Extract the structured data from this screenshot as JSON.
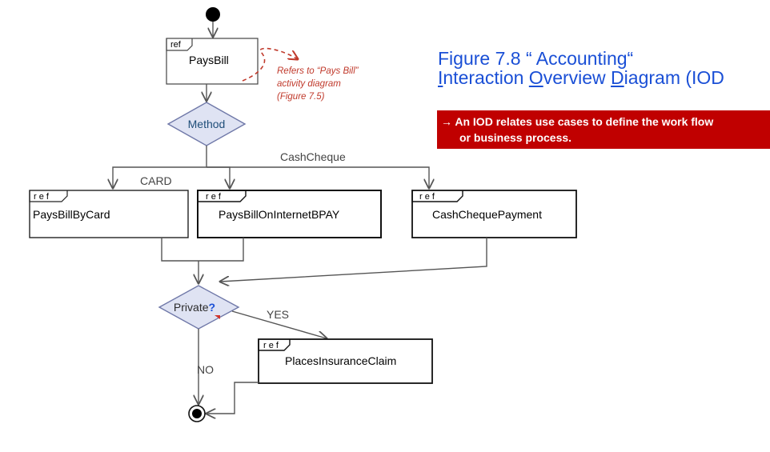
{
  "figure": {
    "title_line1": "Figure 7.8  “ Accounting“",
    "title_line2_parts": [
      "I",
      "nteraction ",
      "O",
      "verview ",
      "D",
      "iagram (IOD"
    ]
  },
  "banner": {
    "arrow": "→",
    "line1": " An IOD relates use cases to define the work flow",
    "line2": "or business process."
  },
  "diagram": {
    "ref_tag": "ref",
    "ref_tag_spaced": "r e f",
    "nodes": {
      "pays_bill": "PaysBill",
      "method": "Method",
      "by_card": "PaysBillByCard",
      "internet_bpay": "PaysBillOnInternetBPAY",
      "cash_cheque": "CashChequePayment",
      "private_prefix": "Private",
      "private_q": "?",
      "insurance": "PlacesInsuranceClaim"
    },
    "edges": {
      "card": "CARD",
      "cash_cheque": "CashCheque",
      "yes": "YES",
      "no": "NO"
    },
    "annotation": {
      "lines": [
        "Refers to “Pays Bill”",
        "activity diagram",
        "(Figure 7.5)"
      ],
      "color": "#c0392b"
    },
    "colors": {
      "decision_fill": "#dfe3f3",
      "decision_stroke": "#6f78a8",
      "method_text": "#1f4e79",
      "private_text": "#2b2b2b",
      "private_q": "#1a4fd6",
      "edge_stroke": "#555555"
    }
  }
}
